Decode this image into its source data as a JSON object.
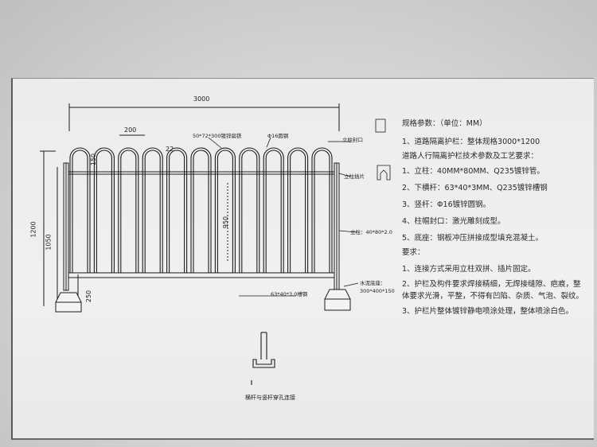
{
  "drawing": {
    "dim_width": "3000",
    "dim_spacing": "200",
    "dim_150": "150",
    "dim_22": "22",
    "dim_1200": "1200",
    "dim_1050": "1050",
    "dim_950": "950",
    "dim_250": "250",
    "label_top_bar": "50*72*300镀锌扁铁",
    "label_round_steel": "Φ16圆钢",
    "label_post_cap": "立柱封口",
    "label_post_insert": "立柱插片",
    "label_post": "立柱：40*80*2.0",
    "label_channel": "63*40*3.0槽钢",
    "label_base_title": "水泥底座：",
    "label_base_size": "300*400*150",
    "label_connection": "横杆与竖杆穿孔连接"
  },
  "spec": {
    "title": "规格参数：（单位：MM）",
    "item1": "1、道路隔离护栏：整体规格3000*1200",
    "subtitle": "道路人行隔离护栏技术参数及工艺要求：",
    "p1": "1、立柱：40MM*80MM、Q235镀锌管。",
    "p2": "2、下横杆：63*40*3MM、Q235镀锌槽钢",
    "p3": "3、竖杆：Φ16镀锌圆钢。",
    "p4": "4、柱帽封口：激光雕刻成型。",
    "p5": "5、底座：钢板冲压拼接成型填充混凝土。",
    "req_title": "要求：",
    "r1": "1、连接方式采用立柱双拼、插片固定。",
    "r2": "2、护栏及构件要求焊接精细，无焊接缝隙、疤痕，整体要求光滑，平整，不得有凹陷、杂质、气泡、裂纹。",
    "r3": "3、护栏片整体镀锌静电喷涂处理，整体喷涂白色。"
  },
  "colors": {
    "line": "#1c1c1c",
    "paper": "#efeff0",
    "background": "#c4c4c6"
  }
}
